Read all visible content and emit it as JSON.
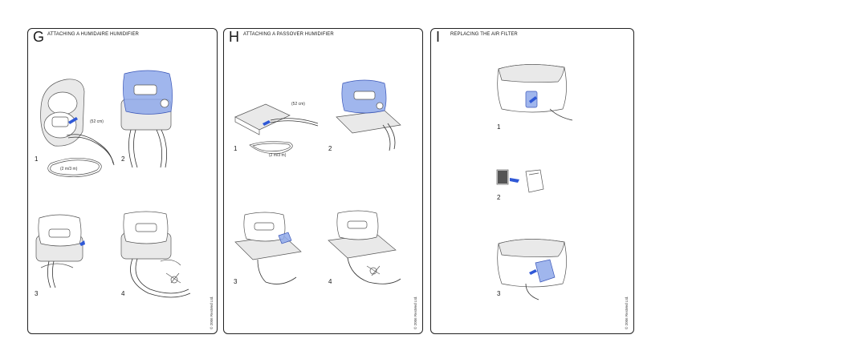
{
  "panels": {
    "g": {
      "letter": "G",
      "title": "ATTACHING A HUMIDAIRE HUMIDIFIER",
      "steps": [
        "1",
        "2",
        "3",
        "4"
      ],
      "labels": {
        "tube_short": "(52 cm)",
        "tube_long": "(2 m/3 m)"
      },
      "copyright": "© 2006 ResMed Ltd."
    },
    "h": {
      "letter": "H",
      "title": "ATTACHING A PASSOVER HUMIDIFIER",
      "steps": [
        "1",
        "2",
        "3",
        "4"
      ],
      "labels": {
        "tube_short": "(52 cm)",
        "tube_long": "(2 m/3 m)"
      },
      "copyright": "© 2006 ResMed Ltd."
    },
    "i": {
      "letter": "I",
      "title": "REPLACING THE AIR FILTER",
      "steps": [
        "1",
        "2",
        "3"
      ],
      "copyright": "© 2006 ResMed Ltd."
    }
  },
  "colors": {
    "accent_blue": "#2f58d6",
    "humidifier_blue": "#8fa9ea",
    "border": "#222222"
  },
  "icons": [
    "humidaire-humidifier-illustration",
    "passover-humidifier-illustration",
    "cpap-device-illustration",
    "air-filter-illustration",
    "arrow-icon"
  ]
}
